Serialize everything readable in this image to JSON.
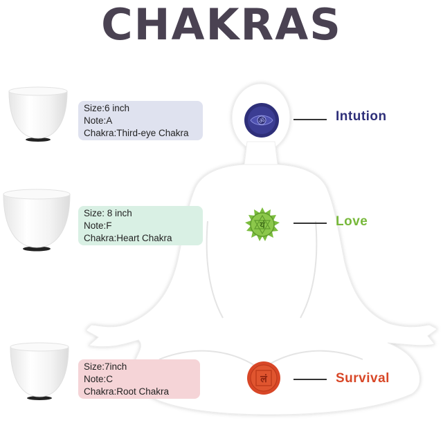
{
  "title": "CHAKRAS",
  "colors": {
    "title": "#4a4252",
    "intuition": "#2e2f79",
    "love": "#77b83a",
    "survival": "#d84727",
    "panel_top": "#dfe2ef",
    "panel_mid": "#d9f0e4",
    "panel_bottom": "#f5d4d7"
  },
  "bowls": [
    {
      "size": "Size:6 inch",
      "note": "Note:A",
      "chakra": "Chakra:Third-eye Chakra"
    },
    {
      "size": "Size: 8 inch",
      "note": "Note:F",
      "chakra": "Chakra:Heart Chakra"
    },
    {
      "size": "Size:7inch",
      "note": "Note:C",
      "chakra": "Chakra:Root Chakra"
    }
  ],
  "labels": {
    "top": "Intution",
    "middle": "Love",
    "bottom": "Survival"
  },
  "icons": [
    "third-eye-chakra-icon",
    "heart-chakra-icon",
    "root-chakra-icon"
  ]
}
